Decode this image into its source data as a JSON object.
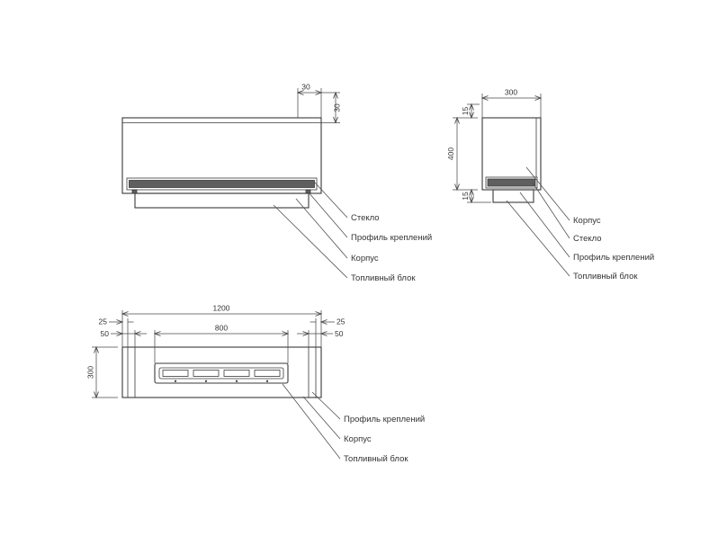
{
  "colors": {
    "background": "#ffffff",
    "outline": "#3a3a3a",
    "dimension_lines": "#4a4a4a",
    "fuel_block_fill": "#5f5f5f"
  },
  "views": {
    "front": {
      "dim_top": "30",
      "dim_side": "30",
      "callouts": [
        {
          "label": "Стекло"
        },
        {
          "label": "Профиль креплений"
        },
        {
          "label": "Корпус"
        },
        {
          "label": "Топливный блок"
        }
      ]
    },
    "side": {
      "dim_depth": "300",
      "dim_top": "15",
      "dim_height": "400",
      "dim_bottom": "15",
      "callouts": [
        {
          "label": "Корпус"
        },
        {
          "label": "Стекло"
        },
        {
          "label": "Профиль креплений"
        },
        {
          "label": "Топливный блок"
        }
      ]
    },
    "plan": {
      "dim_width": "1200",
      "dim_margin_left": "25",
      "dim_margin_right": "25",
      "dim_burner": "800",
      "dim_inset_left": "50",
      "dim_inset_right": "50",
      "dim_depth": "300",
      "callouts": [
        {
          "label": "Профиль креплений"
        },
        {
          "label": "Корпус"
        },
        {
          "label": "Топливный блок"
        }
      ]
    }
  }
}
